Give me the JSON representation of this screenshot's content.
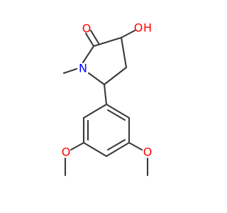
{
  "molecule": {
    "colors": {
      "bond": "#3a3a3a",
      "oxygen": "#ff0000",
      "nitrogen": "#0000ff"
    },
    "labels": {
      "carbonyl_oxygen": "O",
      "hydroxyl_oxygen": "O",
      "hydroxyl_hydrogen": "H",
      "ring_nitrogen": "N",
      "methoxy_left_oxygen": "O",
      "methoxy_right_oxygen": "O"
    }
  }
}
